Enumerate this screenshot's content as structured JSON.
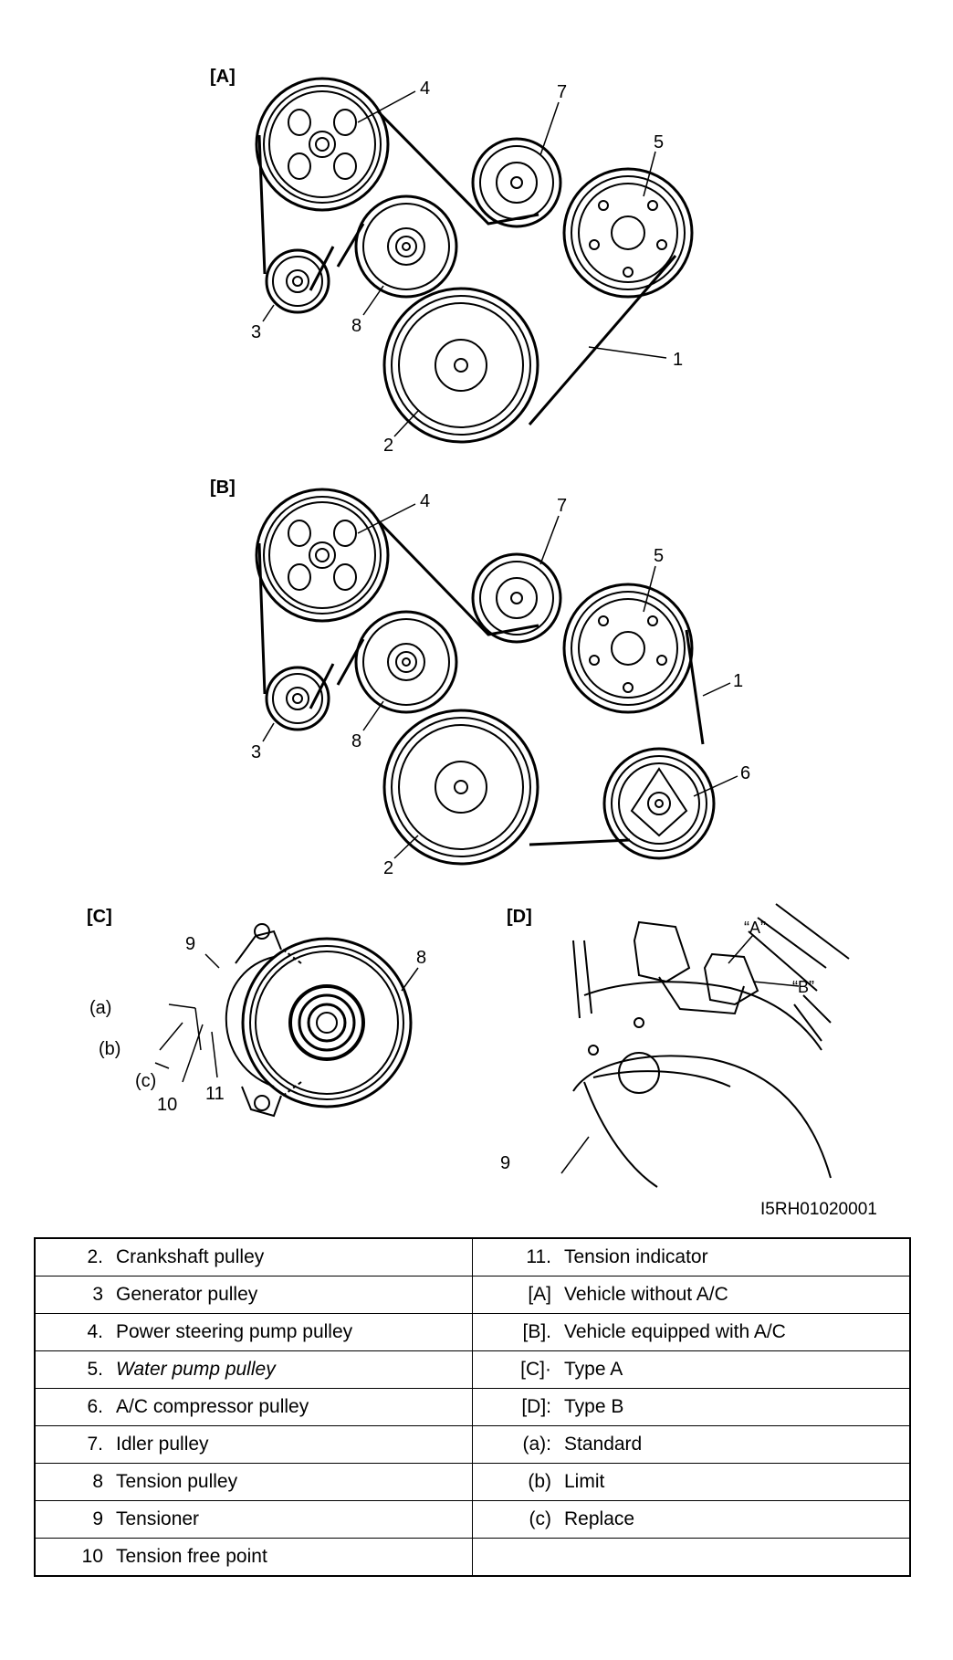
{
  "sections": {
    "A": "[A]",
    "B": "[B]",
    "C": "[C]",
    "D": "[D]"
  },
  "callouts": {
    "n1": "1",
    "n2": "2",
    "n3": "3",
    "n4": "4",
    "n5": "5",
    "n6": "6",
    "n7": "7",
    "n8": "8",
    "n9": "9",
    "n10": "10",
    "n11": "11",
    "a": "(a)",
    "b": "(b)",
    "c": "(c)",
    "qa": "“A”",
    "qb": "“B”"
  },
  "figure_code": "I5RH01020001",
  "legend": {
    "left": [
      {
        "num": "2.",
        "text": "Crankshaft pulley"
      },
      {
        "num": "3",
        "text": "Generator pulley"
      },
      {
        "num": "4.",
        "text": "Power steering pump pulley"
      },
      {
        "num": "5.",
        "text": "Water pump pulley"
      },
      {
        "num": "6.",
        "text": "A/C compressor pulley"
      },
      {
        "num": "7.",
        "text": "Idler pulley"
      },
      {
        "num": "8",
        "text": "Tension pulley"
      },
      {
        "num": "9",
        "text": "Tensioner"
      },
      {
        "num": "10",
        "text": "Tension free point"
      }
    ],
    "right": [
      {
        "num": "11.",
        "text": "Tension indicator"
      },
      {
        "num": "[A]",
        "text": "Vehicle without A/C"
      },
      {
        "num": "[B].",
        "text": "Vehicle equipped with A/C"
      },
      {
        "num": "[C]·",
        "text": "Type A"
      },
      {
        "num": "[D]:",
        "text": "Type B"
      },
      {
        "num": "(a):",
        "text": "Standard"
      },
      {
        "num": "(b)",
        "text": "Limit"
      },
      {
        "num": "(c)",
        "text": "Replace"
      },
      {
        "num": "",
        "text": ""
      }
    ]
  }
}
